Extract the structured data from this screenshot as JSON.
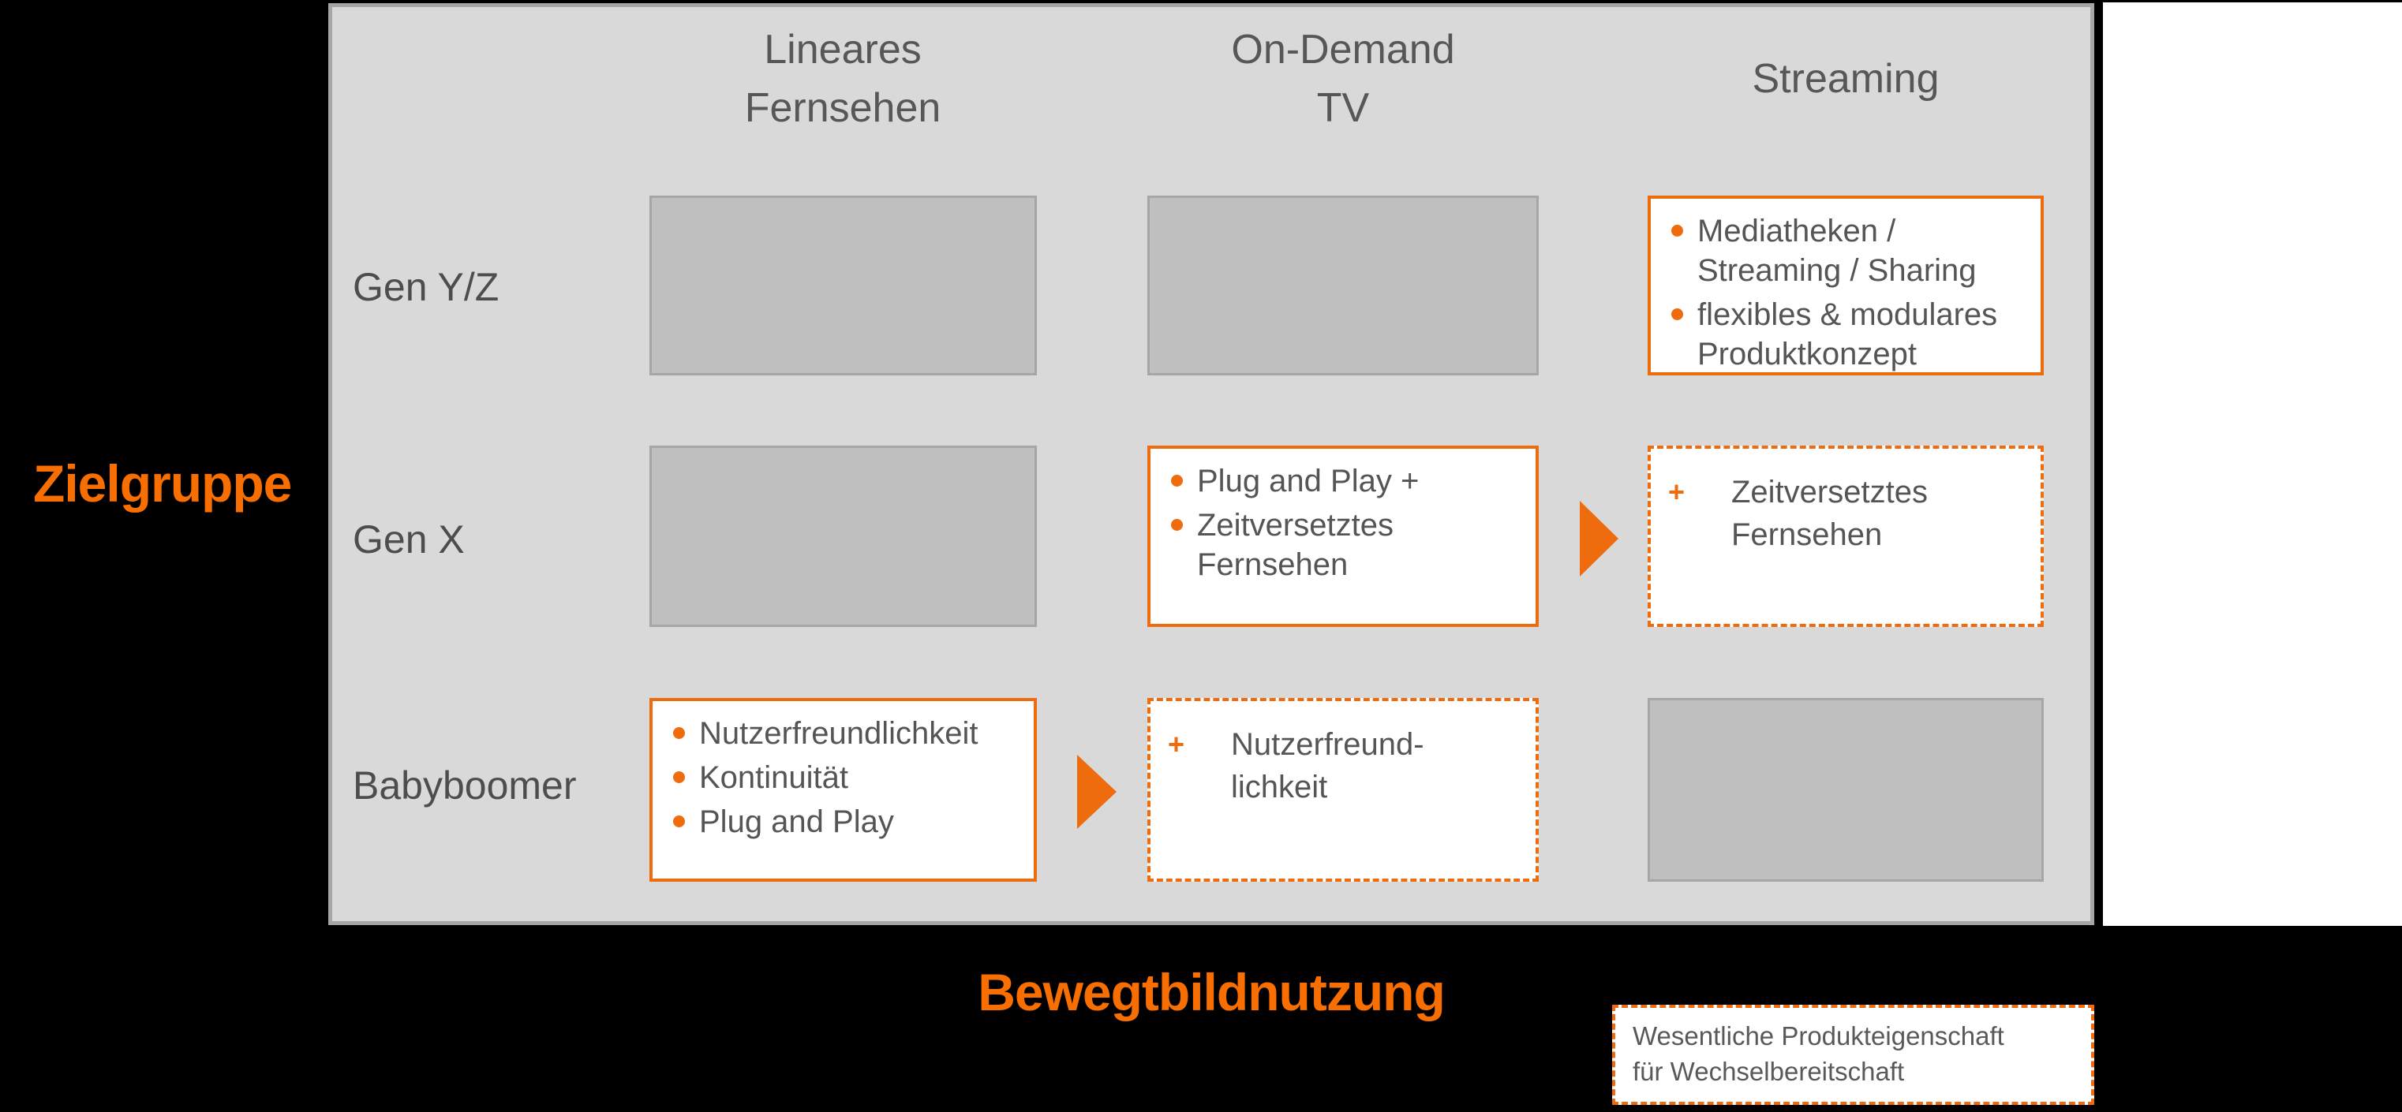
{
  "slide": {
    "y_axis_label": "Zielgruppe",
    "x_axis_label": "Bewegtbildnutzung"
  },
  "columns": [
    {
      "line1": "Lineares",
      "line2": "Fernsehen"
    },
    {
      "line1": "On-Demand",
      "line2": "TV"
    },
    {
      "line1": "Streaming"
    }
  ],
  "rows": [
    {
      "label": "Gen Y/Z"
    },
    {
      "label": "Gen X"
    },
    {
      "label": "Babyboomer"
    }
  ],
  "cells": {
    "gen_yz_streaming": {
      "bullets": [
        "Mediatheken /\nStreaming / Sharing",
        "flexibles & modulares\nProduktkonzept"
      ]
    },
    "gen_x_ondemand": {
      "bullets": [
        "Plug and Play +",
        "Zeitversetztes\nFernsehen"
      ]
    },
    "gen_x_streaming": {
      "marker": "+",
      "text": "Zeitversetztes\nFernsehen"
    },
    "babyboomer_lineares": {
      "bullets": [
        "Nutzerfreundlichkeit",
        "Kontinuität",
        "Plug and Play"
      ]
    },
    "babyboomer_ondemand": {
      "marker": "+",
      "text": "Nutzerfreund-\nlichkeit"
    }
  },
  "legend": {
    "line1": "Wesentliche Produkteigenschaft",
    "line2": "für Wechselbereitschaft"
  },
  "colors": {
    "accent_orange": "#EE6C0D",
    "title_orange": "#F86E00",
    "panel_bg": "#D9D9D9",
    "panel_border": "#A6A6A6",
    "gray_cell_bg": "#BFBFBF",
    "gray_cell_border": "#A6A6A6",
    "header_text": "#575757",
    "row_label_text": "#4D4D4D",
    "cell_text": "#555555",
    "background": "#000000",
    "box_fill": "#FFFFFF"
  }
}
